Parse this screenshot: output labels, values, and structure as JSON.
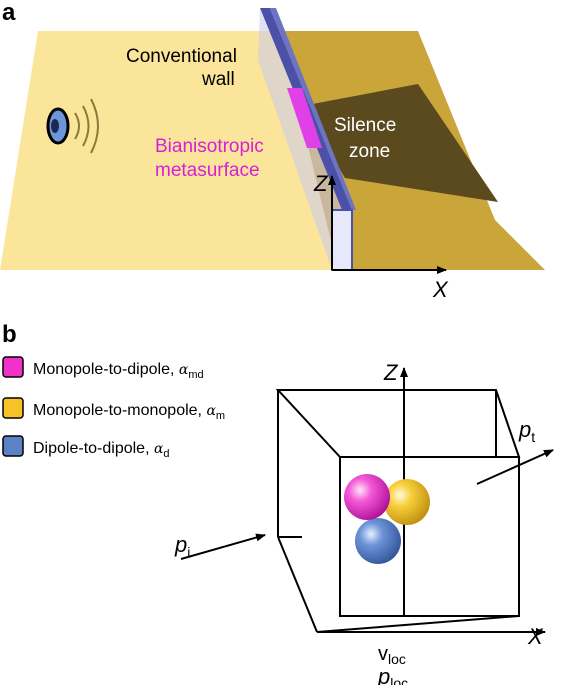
{
  "panel_a": {
    "label": "a",
    "conventional_wall": [
      "Conventional",
      "wall"
    ],
    "metasurface": [
      "Bianisotropic",
      "metasurface"
    ],
    "silence_zone": [
      "Silence",
      "zone"
    ],
    "axis_z": "Z",
    "axis_x": "X"
  },
  "panel_b": {
    "label": "b",
    "legend": [
      {
        "text": "Monopole-to-dipole, ",
        "symbol": "α",
        "sub": "md",
        "color": "#f032c8"
      },
      {
        "text": "Monopole-to-monopole, ",
        "symbol": "α",
        "sub": "m",
        "color": "#f5c327"
      },
      {
        "text": "Dipole-to-dipole, ",
        "symbol": "α",
        "sub": "d",
        "color": "#5b82c4"
      }
    ],
    "axis_z": "Z",
    "axis_x": "X",
    "p_incident": {
      "main": "p",
      "sub": "i"
    },
    "p_transmitted": {
      "main": "p",
      "sub": "t"
    },
    "v_loc": {
      "main": "v",
      "sub": "loc"
    },
    "p_loc": {
      "main": "p",
      "sub": "loc"
    }
  },
  "colors": {
    "floor_light": "#fae59b",
    "floor_dark": "#c9a53a",
    "silence": "#5a4a1e",
    "wall": "#5a5fb0",
    "metasurface": "#e040e8",
    "magenta_text": "#d81ed8"
  }
}
